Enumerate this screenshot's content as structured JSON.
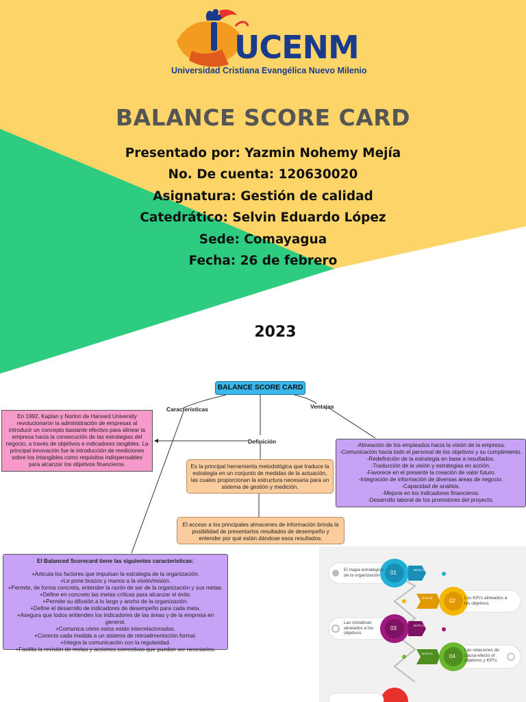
{
  "cover": {
    "logo_word": "UCENM",
    "logo_subtitle": "Universidad Cristiana Evangélica Nuevo Milenio",
    "title": "BALANCE SCORE CARD",
    "lines": [
      "Presentado por: Yazmin Nohemy Mejía",
      "No. De cuenta: 120630020",
      "Asignatura: Gestión de calidad",
      "Catedrático: Selvin Eduardo López",
      "Sede: Comayagua",
      "Fecha: 26 de febrero"
    ],
    "year": "2023",
    "colors": {
      "yellow": "#fcd468",
      "green": "#2ecc80",
      "orange": "#f39a21",
      "navy": "#1a3a8c"
    }
  },
  "map": {
    "title": "BALANCE SCORE CARD",
    "labels": {
      "caracteristicas": "Características",
      "ventajas": "Ventajas",
      "definicion": "Definición"
    },
    "history_text": "En 1992, Kaplan y Norton de Harvard University revolucionaron la administración de empresas al introducir un concepto bastante efectivo para alinear la empresa hacia la consecución de las estrategias del negocio, a través de objetivos e indicadores tangibles. La principal innovación fue la introducción de mediciones sobre los intangibles como requisitos indispensables para alcanzar los objetivos financieros.",
    "definition_text": "Es la principal herramienta metodológica que traduce la estrategia en un conjunto de medidas de la actuación, las cuales proporcionan la estructura necesaria para un sistema de gestión y medición.",
    "access_text": "El acceso a los principales almacenes de información brinda la posibilidad de presentarlos resultados de desempeño y entender por qué están dándose esos resultados.",
    "ventajas": [
      "-Alineación de los empleados hacia la visión de la empresa.",
      "-Comunicación hacia todo el personal de los objetivos y su cumplimiento.",
      "-Redefinición de la estrategia en base a resultados.",
      "-Traducción de la visión y estrategias en acción.",
      "-Favorece en el presente la creación de valor futuro.",
      "-Integración de información de diversas áreas de negocio.",
      "-Capacidad de análisis.",
      "-Mejoria en los indicadores financieros.",
      "-Desarrollo laboral de los promotores del proyecto."
    ],
    "caracteristicas_header": "El Balanced Scorecard tiene las siguientes características:",
    "caracteristicas": [
      "+Articula los factores que impulsan la estrategia de la organización.",
      "+Le pone brazos y manos a la visión/misión.",
      "+Permite, de forma concreta, entender la razón de ser de la organización y sus metas.",
      "+Define en concreto las metas críticas para alcanzar el éxito.",
      "+Permite su difusión a lo largo y ancho de la organización.",
      "+Define el desarrollo de indicadores de desempeño para cada meta.",
      "+Asegura que todos entienden los indicadores de las áreas y de la empresa en general.",
      "+Comunica cómo estos están interrelacionados.",
      "+Conecta cada medida a un sistema de retroalimentación formal.",
      "+Integra la comunicación con la regularidad.",
      "+Facilita la revisión de metas y acciones correctivas que puedan ser necesarios."
    ]
  },
  "infographic": {
    "steps": [
      {
        "num": "01",
        "data": "DATA A",
        "text": "El mapa estratégico de la organización",
        "color": "#22b0d8"
      },
      {
        "num": "02",
        "data": "DATA B",
        "text": "Los KPI's alineados a los objetivos",
        "color": "#f5b800"
      },
      {
        "num": "03",
        "data": "DATA C",
        "text": "Las iniciativas alineados a los objetivos",
        "color": "#a0197f"
      },
      {
        "num": "04",
        "data": "DATA D",
        "text": "Las relaciones de causa-efecto of objetivos y KPI's",
        "color": "#6ab82e"
      }
    ]
  }
}
